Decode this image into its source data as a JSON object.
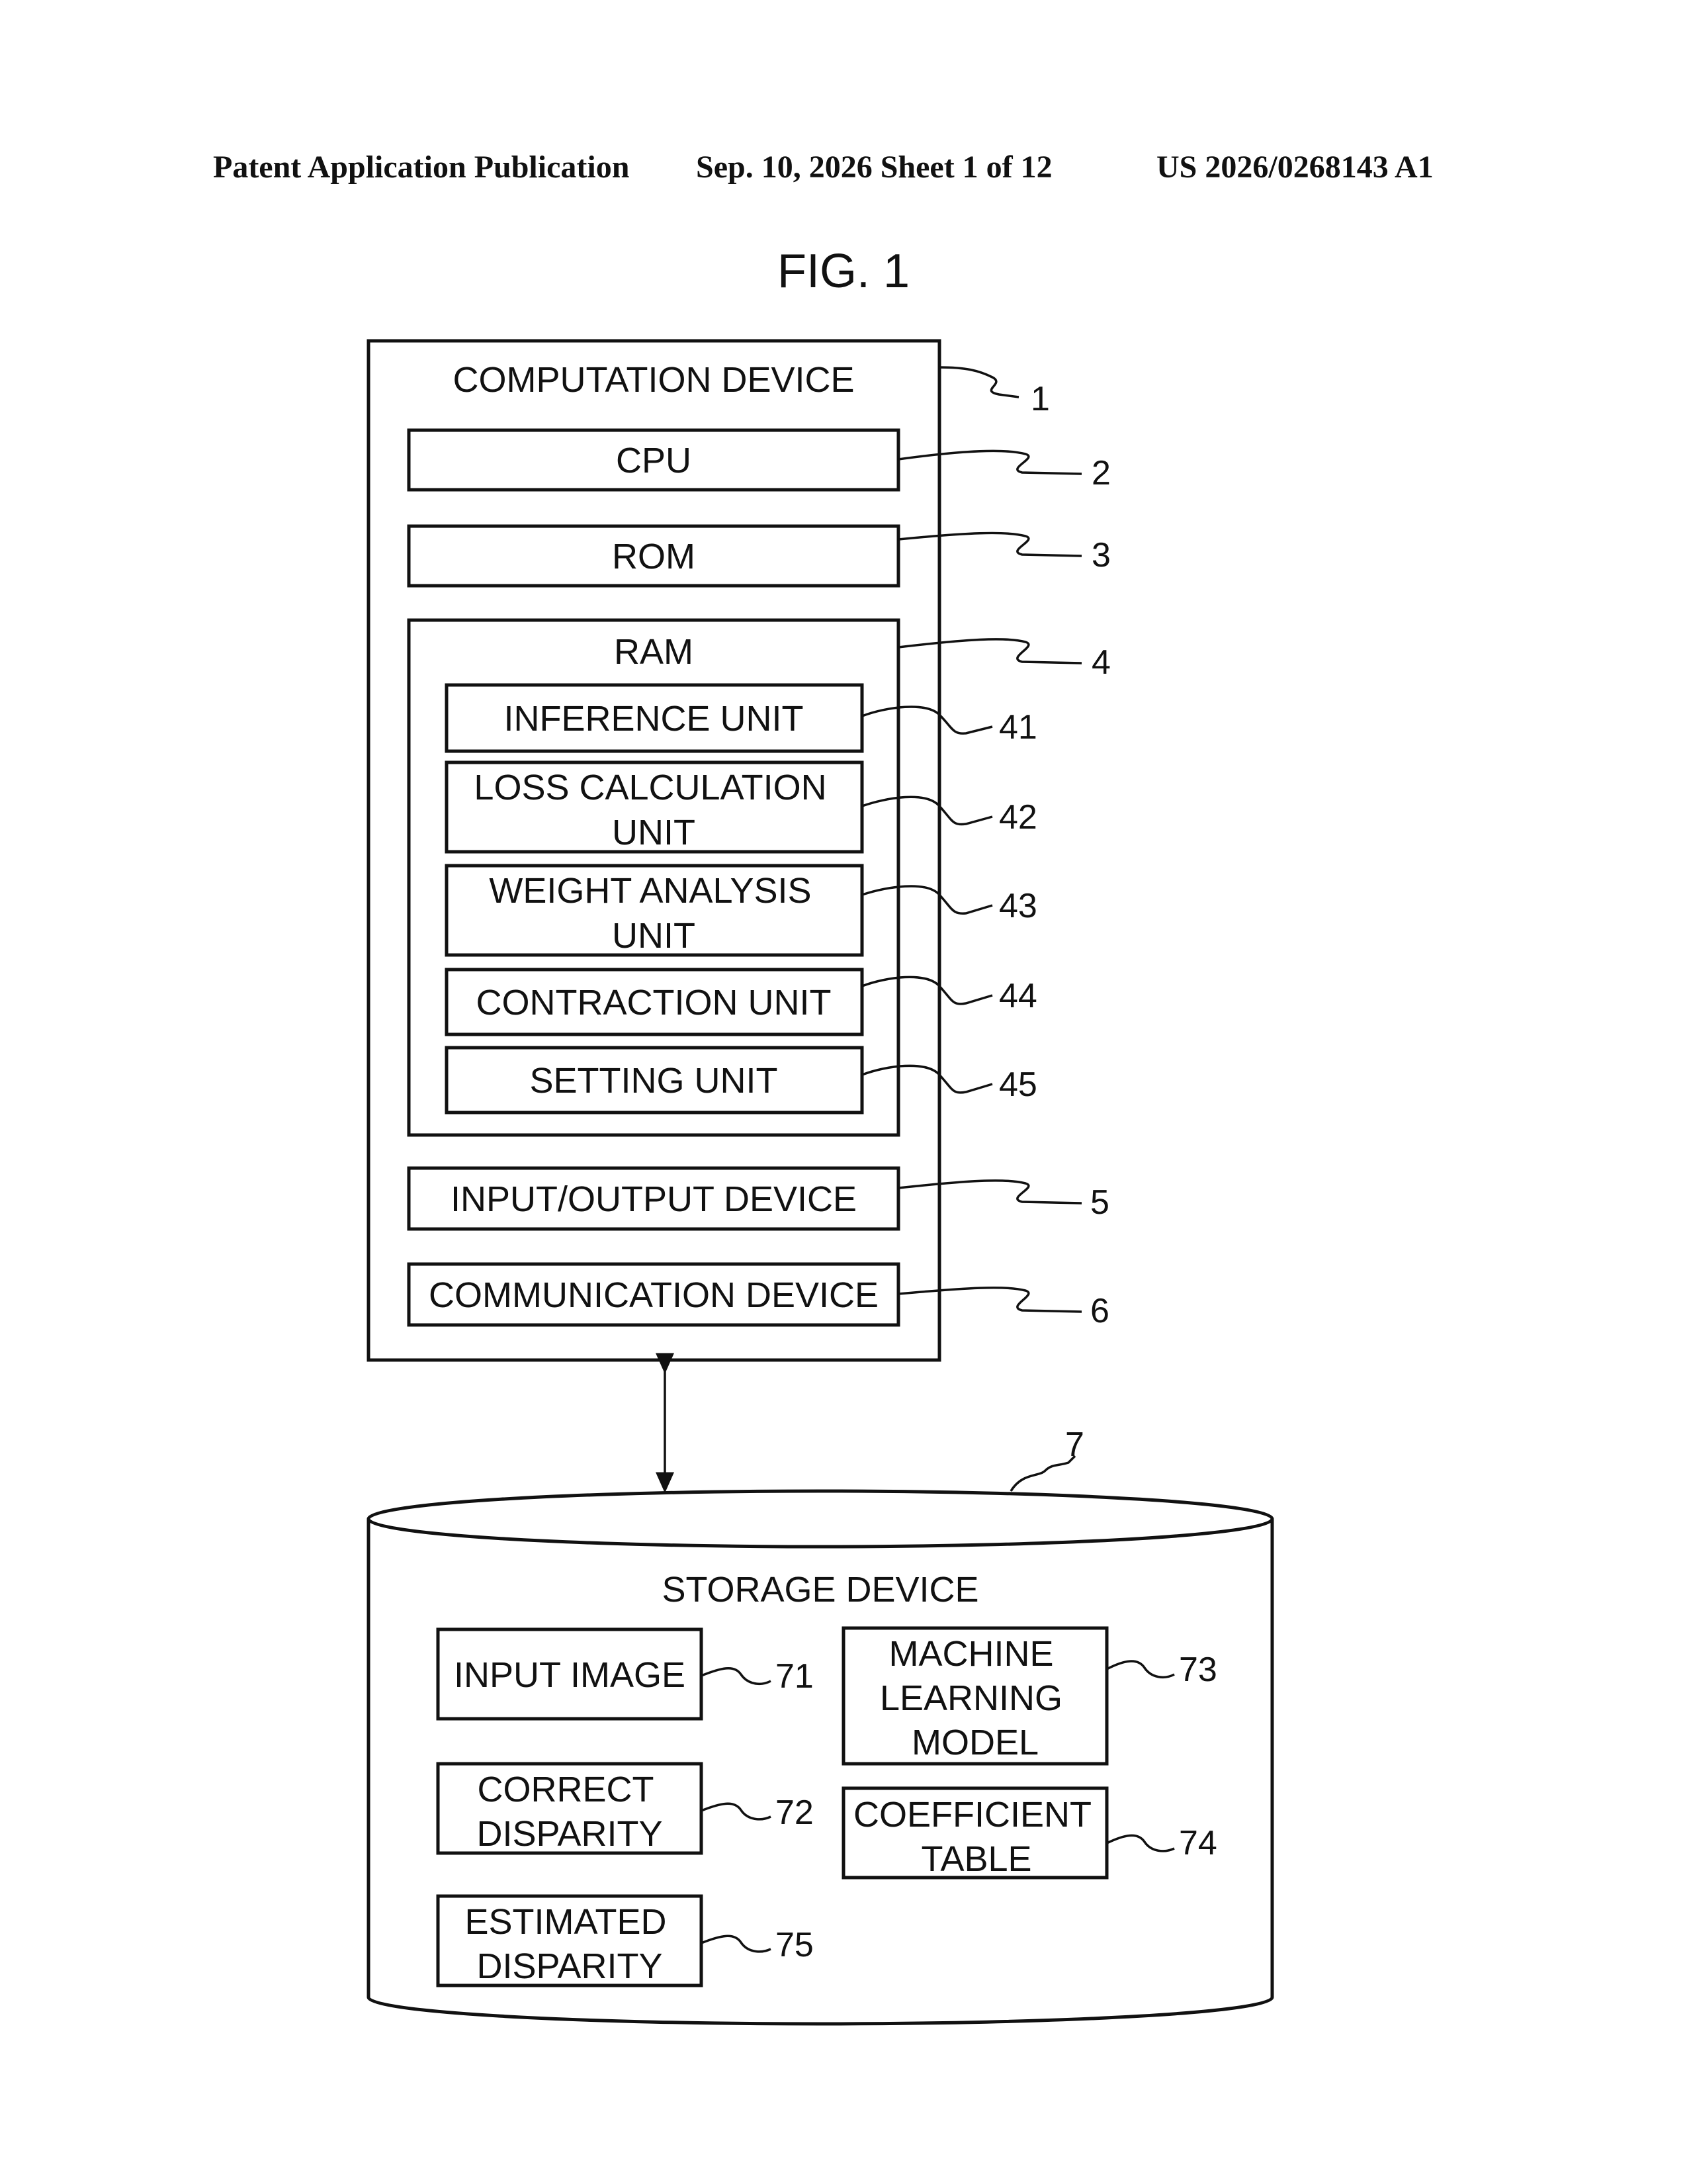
{
  "header": {
    "left": "Patent Application Publication",
    "middle": "Sep. 10, 2026   Sheet 1 of 12",
    "right": "US 2026/0268143 A1"
  },
  "figure_title": "FIG. 1",
  "computation_device": {
    "label": "COMPUTATION DEVICE",
    "ref": "1",
    "cpu": {
      "label": "CPU",
      "ref": "2"
    },
    "rom": {
      "label": "ROM",
      "ref": "3"
    },
    "ram": {
      "label": "RAM",
      "ref": "4",
      "units": [
        {
          "lines": [
            "INFERENCE UNIT"
          ],
          "ref": "41"
        },
        {
          "lines": [
            "LOSS CALCULATION",
            "UNIT"
          ],
          "ref": "42"
        },
        {
          "lines": [
            "WEIGHT ANALYSIS",
            "UNIT"
          ],
          "ref": "43"
        },
        {
          "lines": [
            "CONTRACTION UNIT"
          ],
          "ref": "44"
        },
        {
          "lines": [
            "SETTING UNIT"
          ],
          "ref": "45"
        }
      ]
    },
    "io": {
      "label": "INPUT/OUTPUT DEVICE",
      "ref": "5"
    },
    "comm": {
      "label": "COMMUNICATION DEVICE",
      "ref": "6"
    }
  },
  "storage_device": {
    "label": "STORAGE DEVICE",
    "ref": "7",
    "items": [
      {
        "lines": [
          "INPUT IMAGE"
        ],
        "ref": "71"
      },
      {
        "lines": [
          "CORRECT",
          "DISPARITY"
        ],
        "ref": "72"
      },
      {
        "lines": [
          "MACHINE",
          "LEARNING",
          "MODEL"
        ],
        "ref": "73"
      },
      {
        "lines": [
          "COEFFICIENT",
          "TABLE"
        ],
        "ref": "74"
      },
      {
        "lines": [
          "ESTIMATED",
          "DISPARITY"
        ],
        "ref": "75"
      }
    ]
  }
}
